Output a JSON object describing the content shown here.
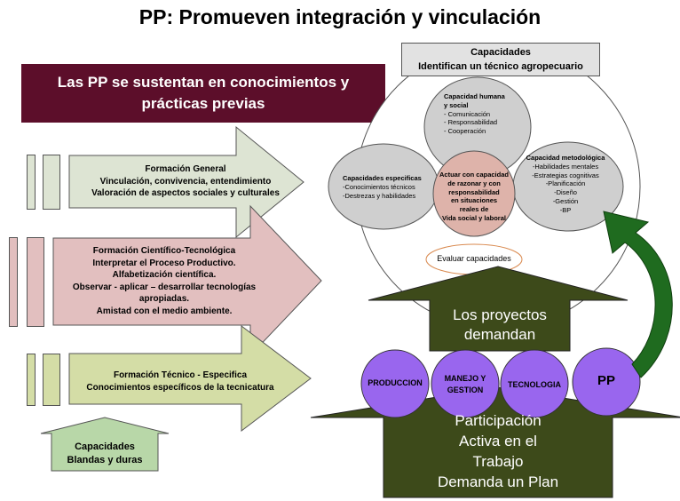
{
  "title": "PP: Promueven integración y vinculación",
  "sustentan": "Las PP se sustentan en conocimientos y prácticas previas",
  "formations": [
    {
      "title": "Formación General",
      "lines": [
        "Vinculación, convivencia, entendimiento",
        "Valoración de aspectos sociales y culturales"
      ],
      "color": "#dde4d3"
    },
    {
      "title": "Formación Científico-Tecnológica",
      "lines": [
        "Interpretar el Proceso Productivo.",
        "Alfabetización científica.",
        "Observar -  aplicar – desarrollar tecnologías",
        "apropiadas.",
        "Amistad con el medio ambiente."
      ],
      "color": "#e2bfbf"
    },
    {
      "title": "Formación Técnico - Especifica",
      "lines": [
        "Conocimientos específicos de la tecnicatura"
      ],
      "color": "#d4dda6"
    }
  ],
  "blandas": {
    "line1": "Capacidades",
    "line2": "Blandas y  duras"
  },
  "capacidades_header": {
    "line1": "Capacidades",
    "line2": "Identifican un técnico agropecuario"
  },
  "circles": {
    "humana": {
      "title1": "Capacidad humana",
      "title2": "y social",
      "items": [
        "- Comunicación",
        "- Responsabilidad",
        "- Cooperación"
      ]
    },
    "especificas": {
      "title": "Capacidades especificas",
      "items": [
        "-Conocimientos técnicos",
        "-Destrezas y habilidades"
      ]
    },
    "metodologica": {
      "title": "Capacidad metodológica",
      "items": [
        "-Habilidades mentales",
        "-Estrategias cognitivas",
        "-Planificación",
        "-Diseño",
        "-Gestión",
        "-BP"
      ]
    },
    "centro": [
      "Actuar con capacidad",
      "de razonar y con",
      "responsabilidad",
      "en situaciones",
      "reales de",
      "Vida social y laboral"
    ],
    "evaluar": "Evaluar capacidades"
  },
  "demandan": {
    "line1": "Los proyectos",
    "line2": "demandan"
  },
  "balls": [
    "PRODUCCION",
    "MANEJO Y GESTION",
    "TECNOLOGIA",
    "PP"
  ],
  "participacion": [
    "Participación",
    "Activa en el",
    "Trabajo",
    "Demanda un Plan"
  ],
  "colors": {
    "maroon": "#5c0e2a",
    "dark_olive": "#3d4a1a",
    "purple": "#9966ee",
    "green_arrow": "#1f6b1f"
  }
}
